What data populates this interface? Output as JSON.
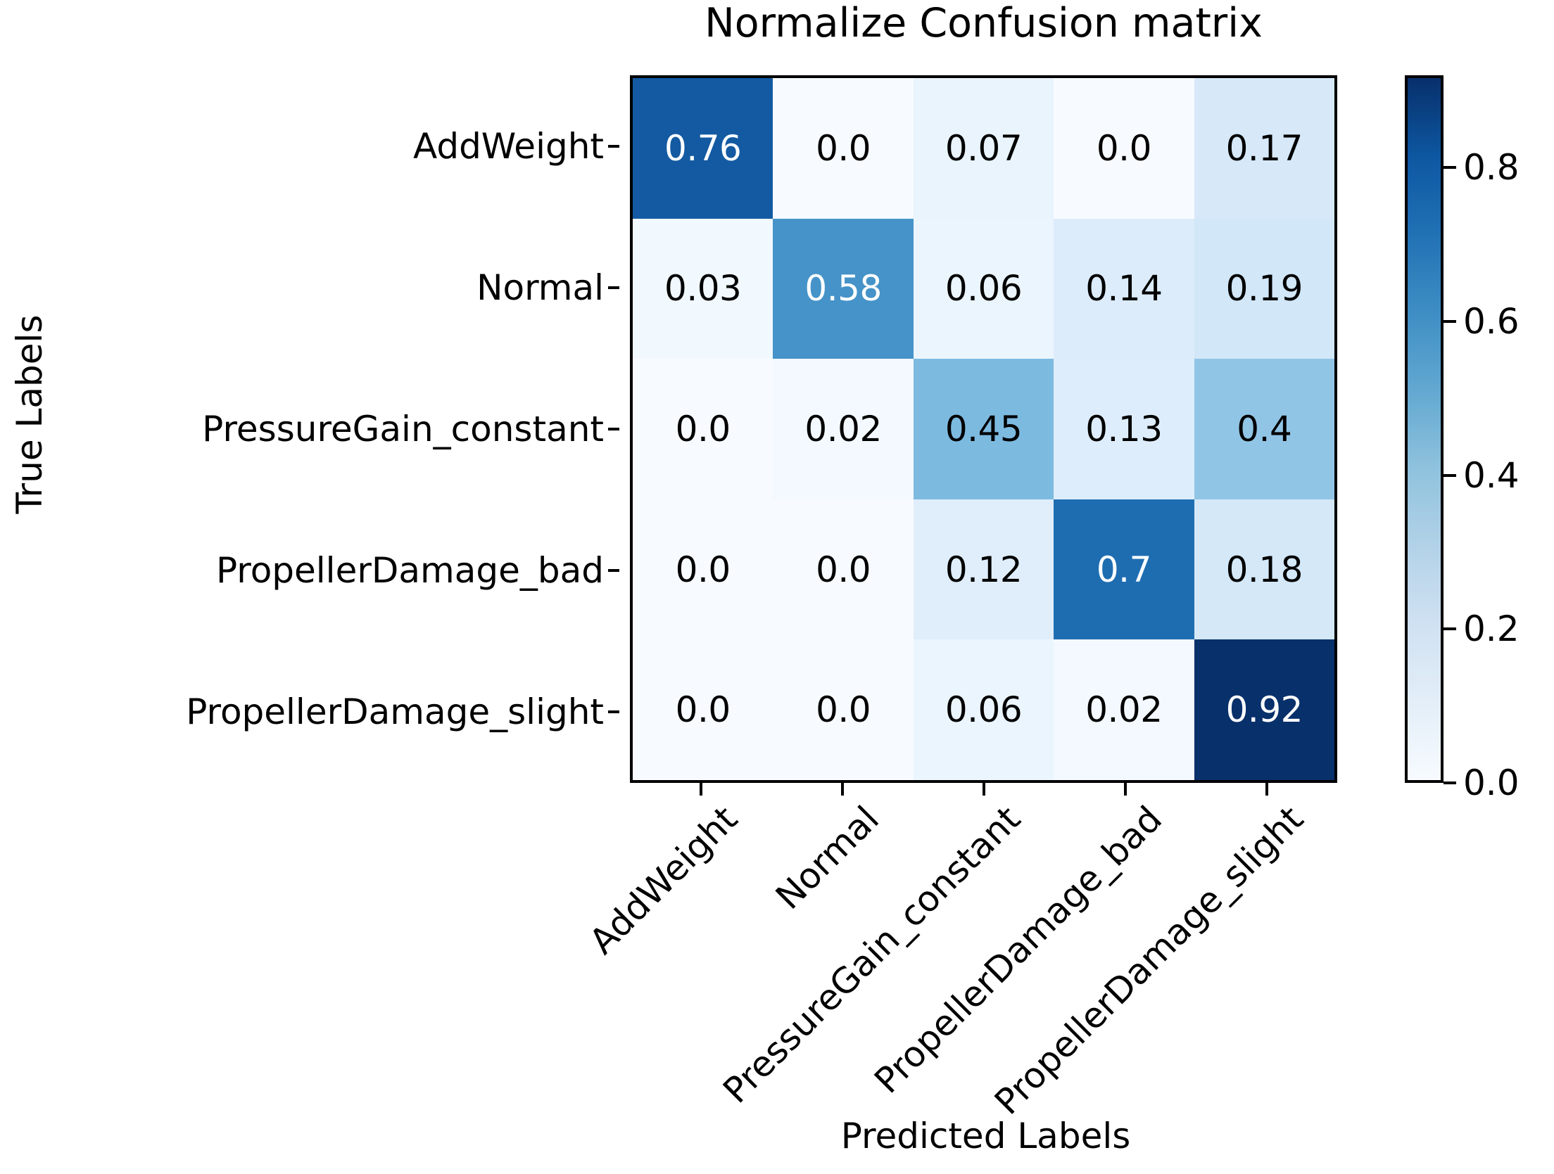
{
  "chart_data": {
    "type": "heatmap",
    "title": "Normalize Confusion matrix",
    "xlabel": "Predicted Labels",
    "ylabel": "True Labels",
    "categories": [
      "AddWeight",
      "Normal",
      "PressureGain_constant",
      "PropellerDamage_bad",
      "PropellerDamage_slight"
    ],
    "x_tick_labels": [
      "AddWeight",
      "Normal",
      "PressureGain_constant",
      "PropellerDamage_bad",
      "PropellerDamage_slight"
    ],
    "y_tick_labels": [
      "AddWeight",
      "Normal",
      "PressureGain_constant",
      "PropellerDamage_bad",
      "PropellerDamage_slight"
    ],
    "x_tick_rotation_deg": -45,
    "values": [
      [
        0.76,
        0.0,
        0.07,
        0.0,
        0.17
      ],
      [
        0.03,
        0.58,
        0.06,
        0.14,
        0.19
      ],
      [
        0.0,
        0.02,
        0.45,
        0.13,
        0.4
      ],
      [
        0.0,
        0.0,
        0.12,
        0.7,
        0.18
      ],
      [
        0.0,
        0.0,
        0.06,
        0.02,
        0.92
      ]
    ],
    "cell_labels": [
      [
        "0.76",
        "0.0",
        "0.07",
        "0.0",
        "0.17"
      ],
      [
        "0.03",
        "0.58",
        "0.06",
        "0.14",
        "0.19"
      ],
      [
        "0.0",
        "0.02",
        "0.45",
        "0.13",
        "0.4"
      ],
      [
        "0.0",
        "0.0",
        "0.12",
        "0.7",
        "0.18"
      ],
      [
        "0.0",
        "0.0",
        "0.06",
        "0.02",
        "0.92"
      ]
    ],
    "colormap": "Blues",
    "vmin": 0.0,
    "vmax": 0.92,
    "grid": false,
    "colorbar": {
      "position": "right",
      "tick_labels": [
        "0.0",
        "0.2",
        "0.4",
        "0.6",
        "0.8"
      ],
      "tick_values": [
        0.0,
        0.2,
        0.4,
        0.6,
        0.8
      ],
      "range": [
        0.0,
        0.92
      ]
    },
    "colors": {
      "cmap_low": "#f7fbff",
      "cmap_high": "#08306b",
      "text_dark": "#000000",
      "text_light": "#ffffff",
      "axes_edge": "#000000",
      "background": "#ffffff"
    }
  }
}
